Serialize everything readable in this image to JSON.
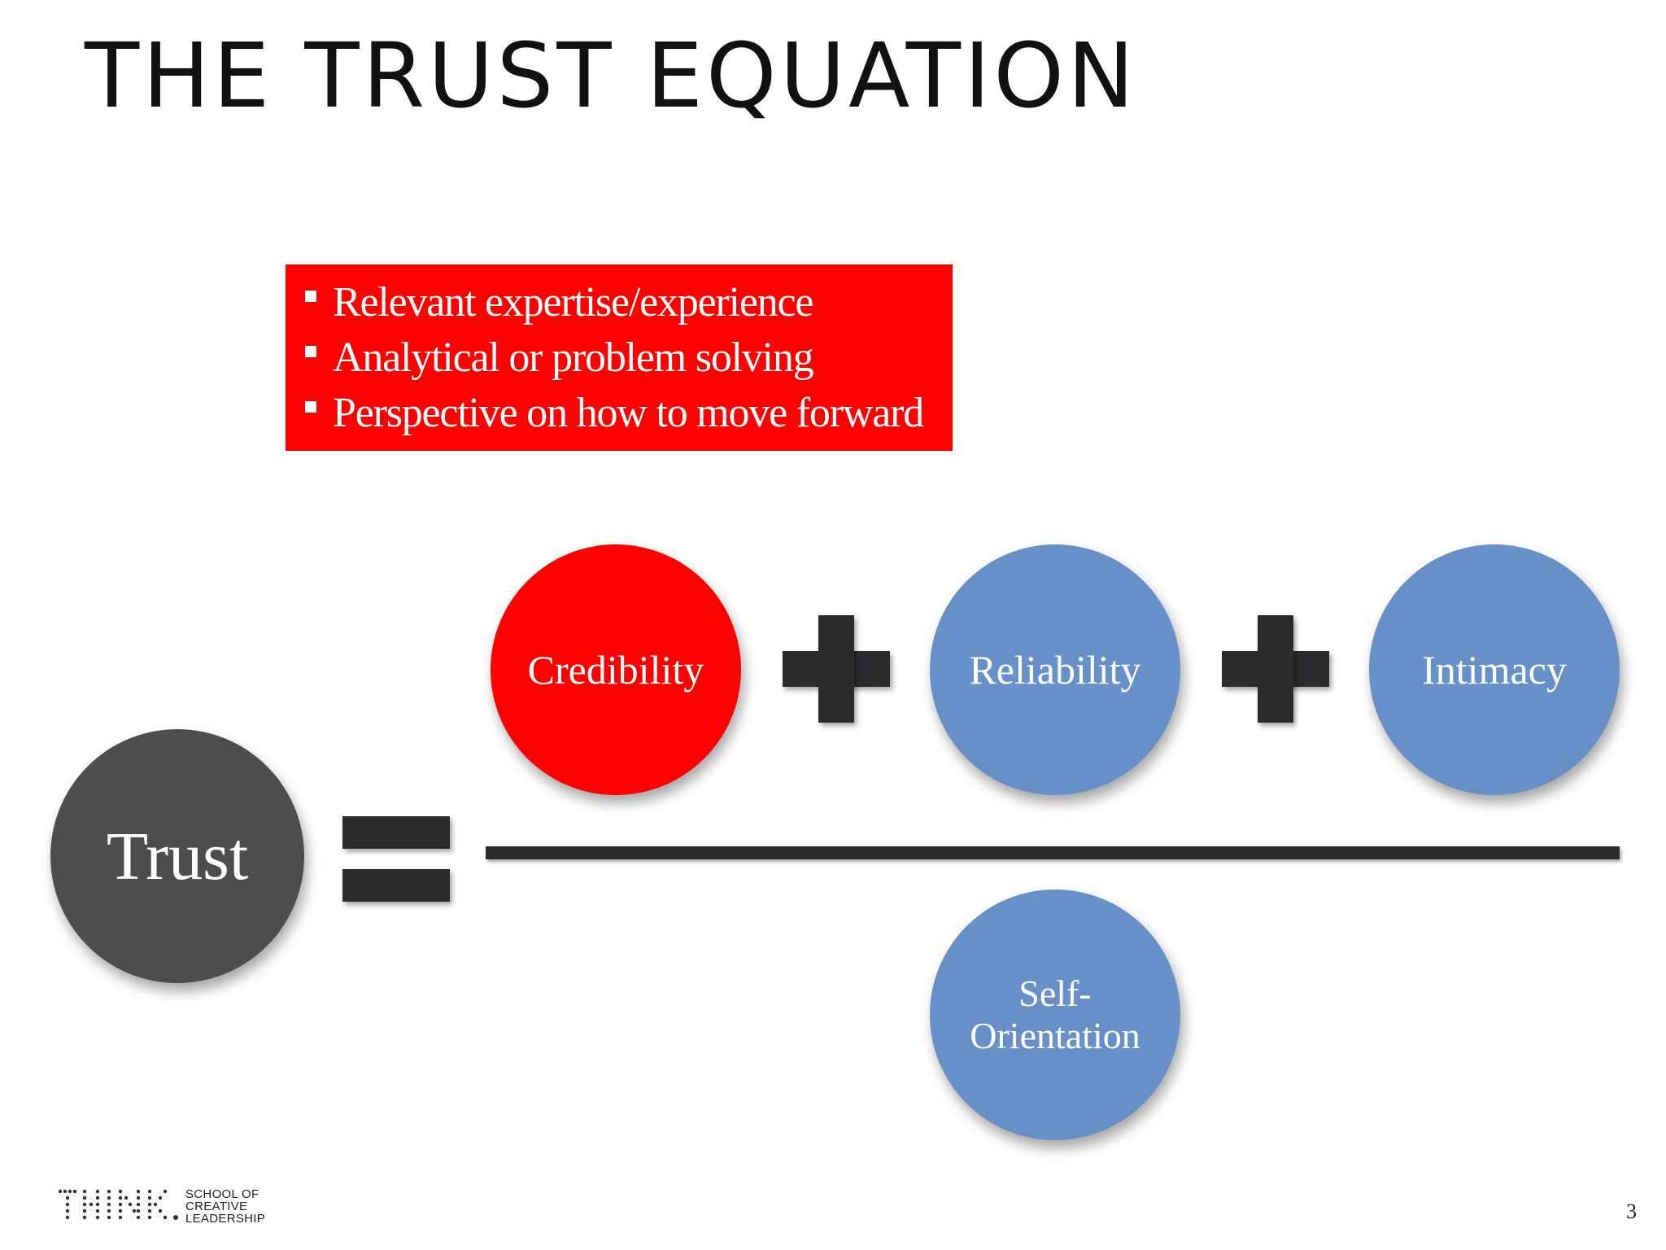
{
  "slide": {
    "title": "THE TRUST EQUATION",
    "page_number": "3"
  },
  "credibility_box": {
    "bullets": [
      "Relevant expertise/experience",
      "Analytical or problem solving",
      "Perspective on how to move forward"
    ],
    "background_color": "#ff0000"
  },
  "equation": {
    "result": "Trust",
    "numerator": [
      "Credibility",
      "Reliability",
      "Intimacy"
    ],
    "denominator": [
      "Self-",
      "Orientation"
    ],
    "operators": [
      "=",
      "+",
      "+",
      "—"
    ]
  },
  "colors": {
    "highlight": "#ff0000",
    "blue": "#6890c8",
    "dark_gray": "#4d4d4d",
    "operator": "#2b2b2e"
  },
  "logo": {
    "mark": "THINK",
    "lines": [
      "SCHOOL OF",
      "CREATIVE",
      "LEADERSHIP"
    ]
  }
}
